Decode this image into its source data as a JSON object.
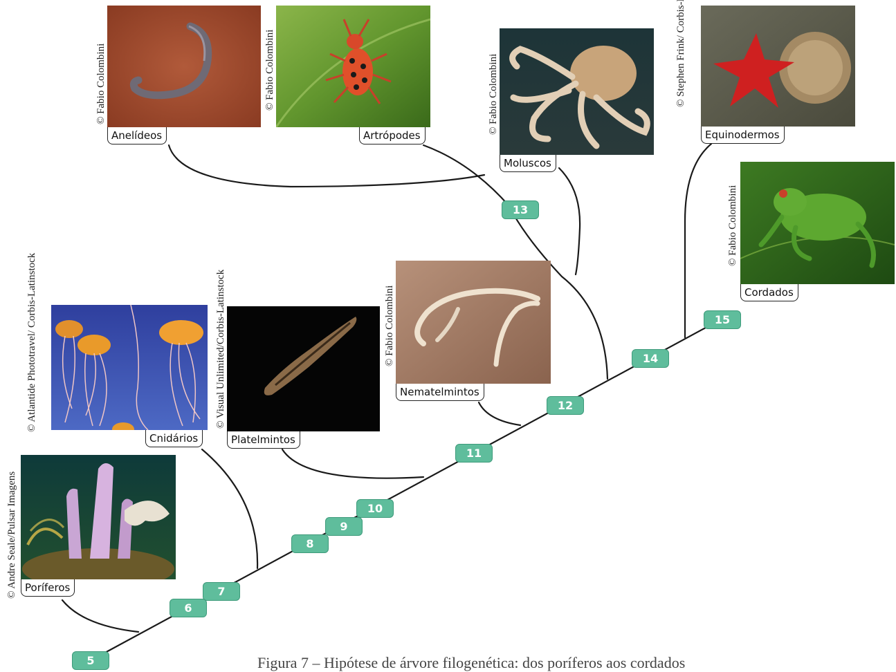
{
  "colors": {
    "node_fill": "#5fbd9c",
    "node_border": "#3d9a7a",
    "branch": "#1a1a1a"
  },
  "caption": "Figura 7 – Hipótese de árvore filogenética: dos poríferos aos cordados",
  "nodes": [
    "5",
    "6",
    "7",
    "8",
    "9",
    "10",
    "11",
    "12",
    "13",
    "14",
    "15"
  ],
  "taxa": {
    "poriferos": {
      "label": "Poríferos",
      "credit": "© Andre Seale/Pulsar Imagens"
    },
    "cnidarios": {
      "label": "Cnidários",
      "credit": "© Atlantide Phototravel/ Corbis-Latinstock"
    },
    "platelmintos": {
      "label": "Platelmintos",
      "credit": "© Visual Unlimited/Corbis-Latinstock"
    },
    "nematelmintos": {
      "label": "Nematelmintos",
      "credit": "© Fabio Colombini"
    },
    "anelideos": {
      "label": "Anelídeos",
      "credit": "© Fabio Colombini"
    },
    "artropodes": {
      "label": "Artrópodes",
      "credit": "© Fabio Colombini"
    },
    "moluscos": {
      "label": "Moluscos",
      "credit": "© Fabio Colombini"
    },
    "equinodermos": {
      "label": "Equinodermos",
      "credit": "© Stephen Frink/ Corbis-Latinstock"
    },
    "cordados": {
      "label": "Cordados",
      "credit": "© Fabio Colombini"
    }
  }
}
